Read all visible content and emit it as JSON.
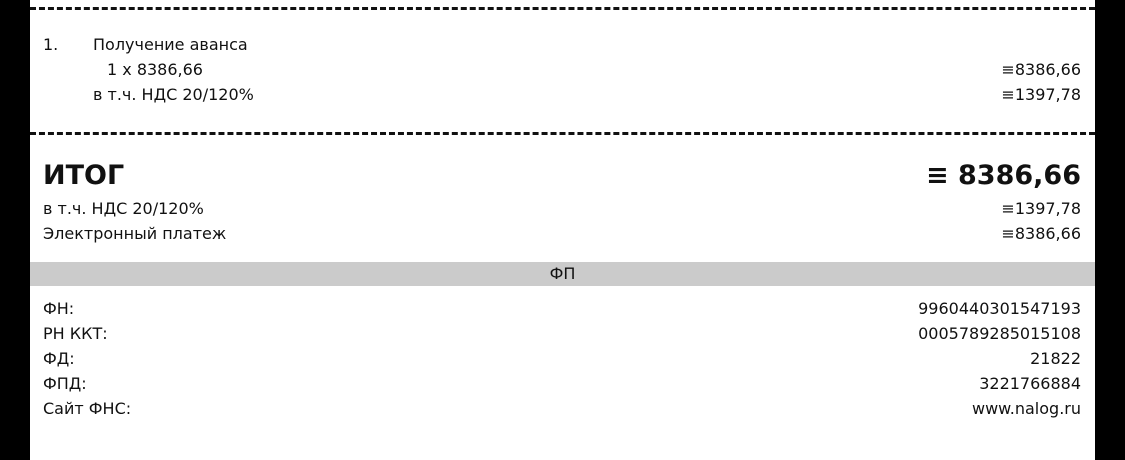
{
  "receipt": {
    "item": {
      "number": "1.",
      "name": "Получение аванса",
      "qty_price": "1 x 8386,66",
      "amount": "≡8386,66",
      "vat_label": "в т.ч. НДС 20/120%",
      "vat_amount": "≡1397,78"
    },
    "total": {
      "label": "ИТОГ",
      "value": "≡ 8386,66",
      "vat_label": "в т.ч. НДС 20/120%",
      "vat_amount": "≡1397,78",
      "payment_label": "Электронный платеж",
      "payment_amount": "≡8386,66"
    },
    "fp_header": "ФП",
    "fiscal": [
      {
        "label": "ФН:",
        "value": "9960440301547193"
      },
      {
        "label": "РН ККТ:",
        "value": "0005789285015108"
      },
      {
        "label": "ФД:",
        "value": "21822"
      },
      {
        "label": "ФПД:",
        "value": "3221766884"
      },
      {
        "label": "Сайт ФНС:",
        "value": "www.nalog.ru"
      }
    ]
  },
  "colors": {
    "background": "#000000",
    "paper": "#ffffff",
    "band": "#cbcbcb",
    "text": "#111111"
  }
}
